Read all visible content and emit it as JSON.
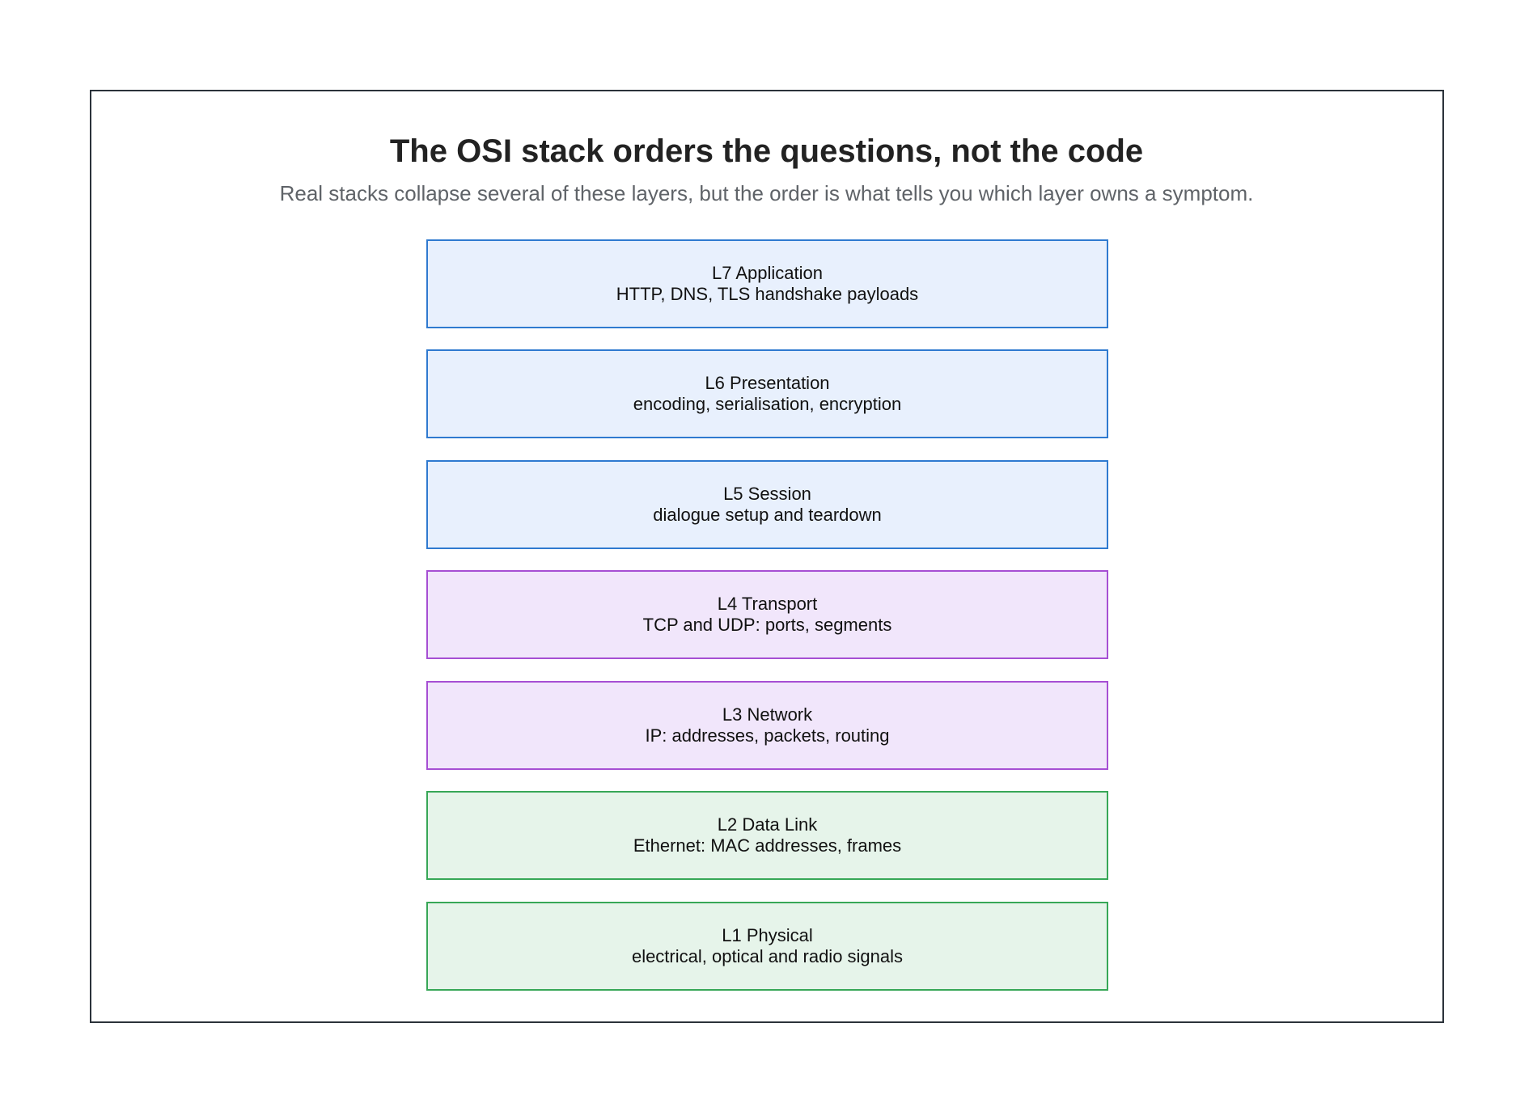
{
  "diagram": {
    "title": "The OSI stack orders the questions, not the code",
    "subtitle": "Real stacks collapse several of these layers, but the order is what tells you which layer owns a symptom.",
    "colors": {
      "blue_fill": "#e8f0fd",
      "blue_border": "#2f7ad0",
      "purple_fill": "#f1e6fb",
      "purple_border": "#a64fd3",
      "green_fill": "#e6f4ea",
      "green_border": "#37a757",
      "frame_border": "#2b323a"
    },
    "layers": [
      {
        "name": "L7 Application",
        "desc": "HTTP, DNS, TLS handshake payloads",
        "group": "blue"
      },
      {
        "name": "L6 Presentation",
        "desc": "encoding, serialisation, encryption",
        "group": "blue"
      },
      {
        "name": "L5 Session",
        "desc": "dialogue setup and teardown",
        "group": "blue"
      },
      {
        "name": "L4 Transport",
        "desc": "TCP and UDP: ports, segments",
        "group": "purple"
      },
      {
        "name": "L3 Network",
        "desc": "IP: addresses, packets, routing",
        "group": "purple"
      },
      {
        "name": "L2 Data Link",
        "desc": "Ethernet: MAC addresses, frames",
        "group": "green"
      },
      {
        "name": "L1 Physical",
        "desc": "electrical, optical and radio signals",
        "group": "green"
      }
    ]
  }
}
